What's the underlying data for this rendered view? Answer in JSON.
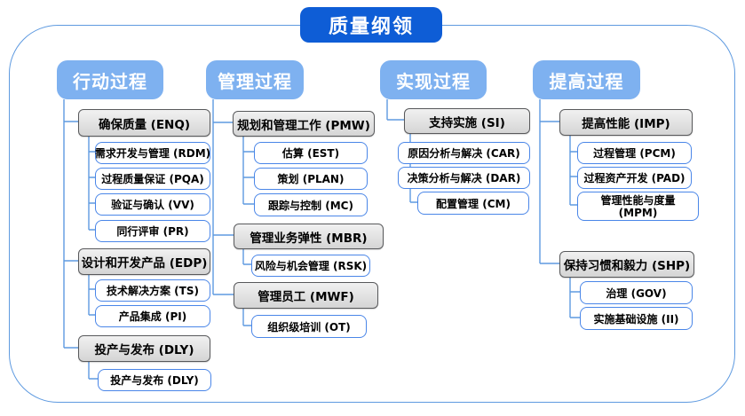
{
  "title": "质量纲领",
  "colors": {
    "title_bg": "#0E5DD6",
    "column_header_bg": "#7EB1F0",
    "level2_fill": "#DCDCDC",
    "level2_border": "#58595B",
    "level3_border": "#4A86E8",
    "connector": "#5E9AE0"
  },
  "columns": [
    {
      "header": "行动过程",
      "groups": [
        {
          "label": "确保质量 (ENQ)",
          "children": [
            "需求开发与管理 (RDM)",
            "过程质量保证 (PQA)",
            "验证与确认 (VV)",
            "同行评审 (PR)"
          ]
        },
        {
          "label": "设计和开发产品 (EDP)",
          "children": [
            "技术解决方案 (TS)",
            "产品集成 (PI)"
          ]
        },
        {
          "label": "投产与发布 (DLY)",
          "children": [
            "投产与发布 (DLY)"
          ]
        }
      ]
    },
    {
      "header": "管理过程",
      "groups": [
        {
          "label": "规划和管理工作 (PMW)",
          "children": [
            "估算 (EST)",
            "策划 (PLAN)",
            "跟踪与控制 (MC)"
          ]
        },
        {
          "label": "管理业务弹性 (MBR)",
          "children": [
            "风险与机会管理 (RSK)"
          ]
        },
        {
          "label": "管理员工 (MWF)",
          "children": [
            "组织级培训 (OT)"
          ]
        }
      ]
    },
    {
      "header": "实现过程",
      "groups": [
        {
          "label": "支持实施 (SI)",
          "children": [
            "原因分析与解决 (CAR)",
            "决策分析与解决 (DAR)",
            "配置管理 (CM)"
          ]
        }
      ]
    },
    {
      "header": "提高过程",
      "groups": [
        {
          "label": "提高性能 (IMP)",
          "children": [
            "过程管理 (PCM)",
            "过程资产开发 (PAD)",
            "管理性能与度量 (MPM)"
          ]
        },
        {
          "label": "保持习惯和毅力 (SHP)",
          "children": [
            "治理 (GOV)",
            "实施基础设施 (II)"
          ]
        }
      ]
    }
  ]
}
